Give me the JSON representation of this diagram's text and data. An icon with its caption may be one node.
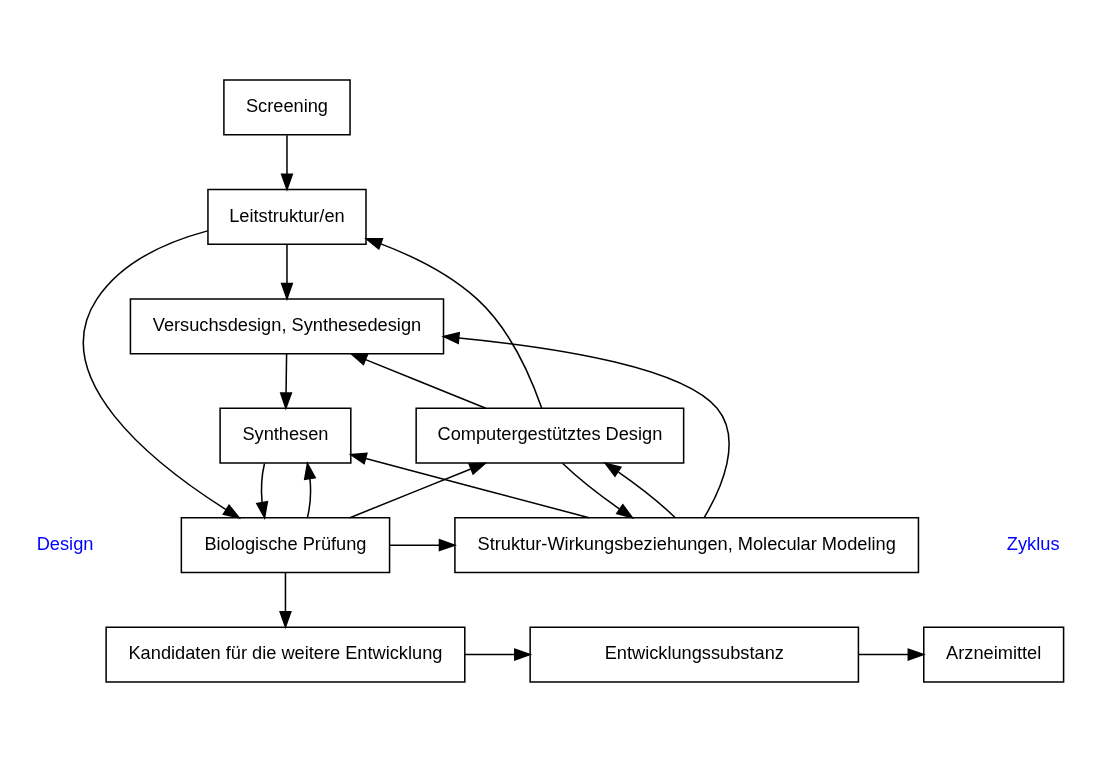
{
  "diagram": {
    "nodes": [
      {
        "text": [
          "Screening"
        ]
      },
      {
        "text": [
          "Leitstruktur/en"
        ]
      },
      {
        "text": [
          "Versuchsdesign, Synthesedesign"
        ]
      },
      {
        "text": [
          "Synthesen"
        ]
      },
      {
        "text": [
          "Biologische Prüfung"
        ]
      },
      {
        "text": [
          "Struktur-Wirkungsbeziehungen, Molecular Modeling"
        ]
      },
      {
        "text": [
          "Computergestütztes Design"
        ]
      },
      {
        "text": [
          "Kandidaten für die weitere Entwicklung"
        ]
      },
      {
        "text": [
          "Entwicklungssubstanz"
        ]
      },
      {
        "text": [
          "Arzneimittel"
        ]
      }
    ],
    "edges": [
      {
        "from": 0,
        "to": 1,
        "arrow": "to"
      },
      {
        "from": 1,
        "to": 2,
        "arrow": "to"
      },
      {
        "from": 1,
        "to": 4,
        "arrow": "to"
      },
      {
        "from": 6,
        "to": 1,
        "arrow": "to"
      },
      {
        "from": 6,
        "to": 2,
        "arrow": "to"
      },
      {
        "from": 2,
        "to": 3,
        "arrow": "to"
      },
      {
        "from": 3,
        "to": 4,
        "arrow": "to"
      },
      {
        "from": 4,
        "to": 3,
        "arrow": "to"
      },
      {
        "from": 5,
        "to": 3,
        "arrow": "to"
      },
      {
        "from": 5,
        "to": 2,
        "arrow": "to"
      },
      {
        "from": 4,
        "to": 5,
        "arrow": "to"
      },
      {
        "from": 6,
        "to": 5,
        "arrow": "to"
      },
      {
        "from": 5,
        "to": 6,
        "arrow": "to"
      },
      {
        "from": 4,
        "to": 6,
        "arrow": "to"
      },
      {
        "from": 4,
        "to": 7,
        "arrow": "to"
      },
      {
        "from": 7,
        "to": 8,
        "arrow": "to"
      },
      {
        "from": 8,
        "to": 9,
        "arrow": "to"
      }
    ],
    "labels": [
      "Design",
      "Zyklus"
    ]
  }
}
